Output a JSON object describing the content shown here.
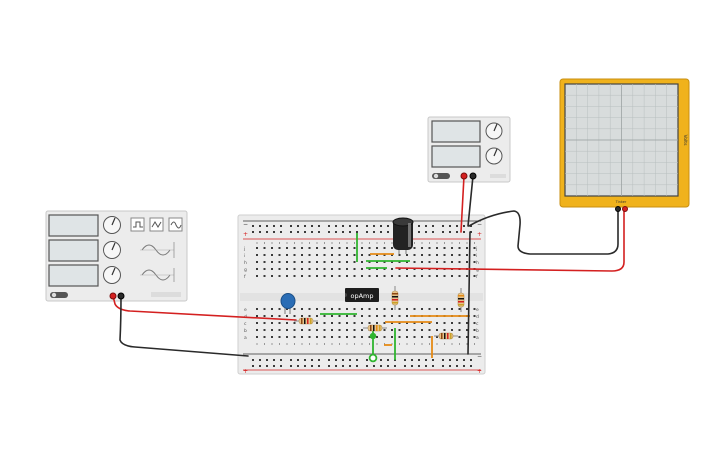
{
  "opamp": {
    "label": "opAmp"
  },
  "oscilloscope": {
    "brand": "Tinker",
    "side_label": "Volts"
  },
  "board": {
    "rail_plus": "+",
    "rail_minus": "−",
    "row_labels_top": [
      "j",
      "i",
      "h",
      "g",
      "f"
    ],
    "row_labels_bottom": [
      "e",
      "d",
      "c",
      "b",
      "a"
    ],
    "column_count": 30
  },
  "colors": {
    "wire_red": "#d42020",
    "wire_black": "#2a2a2a",
    "wire_green": "#2fb52f",
    "wire_orange": "#e58a15",
    "scope_frame": "#f0b21c",
    "capacitor_ceramic": "#2a6db5",
    "capacitor_electrolytic": "#222222"
  }
}
